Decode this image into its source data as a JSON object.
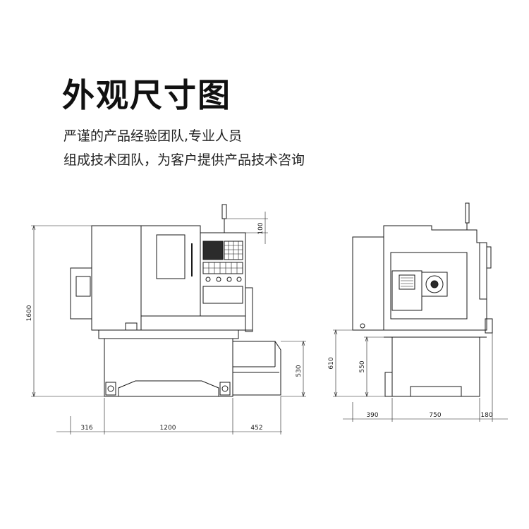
{
  "header": {
    "title": "外观尺寸图",
    "desc_line1": "严谨的产品经验团队,专业人员",
    "desc_line2": "组成技术团队，为客户提供产品技术咨询"
  },
  "front_view": {
    "dims": {
      "height_total": "1600",
      "light_height": "100",
      "tray_height": "530",
      "left_width": "316",
      "center_width": "1200",
      "right_width": "452"
    }
  },
  "side_view": {
    "dims": {
      "height_610": "610",
      "height_550": "550",
      "w_390": "390",
      "w_750": "750",
      "w_180": "180"
    }
  },
  "colors": {
    "line": "#1a1a1a",
    "screen": "#2b2b2b",
    "text": "#111111"
  }
}
